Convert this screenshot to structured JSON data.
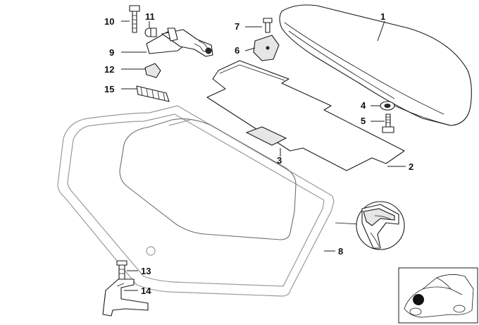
{
  "callouts": {
    "p1": "1",
    "p2": "2",
    "p3": "3",
    "p4": "4",
    "p5": "5",
    "p6": "6",
    "p7": "7",
    "p8": "8",
    "p9": "9",
    "p10": "10",
    "p11": "11",
    "p12": "12",
    "p13": "13",
    "p14": "14",
    "p15": "15"
  }
}
